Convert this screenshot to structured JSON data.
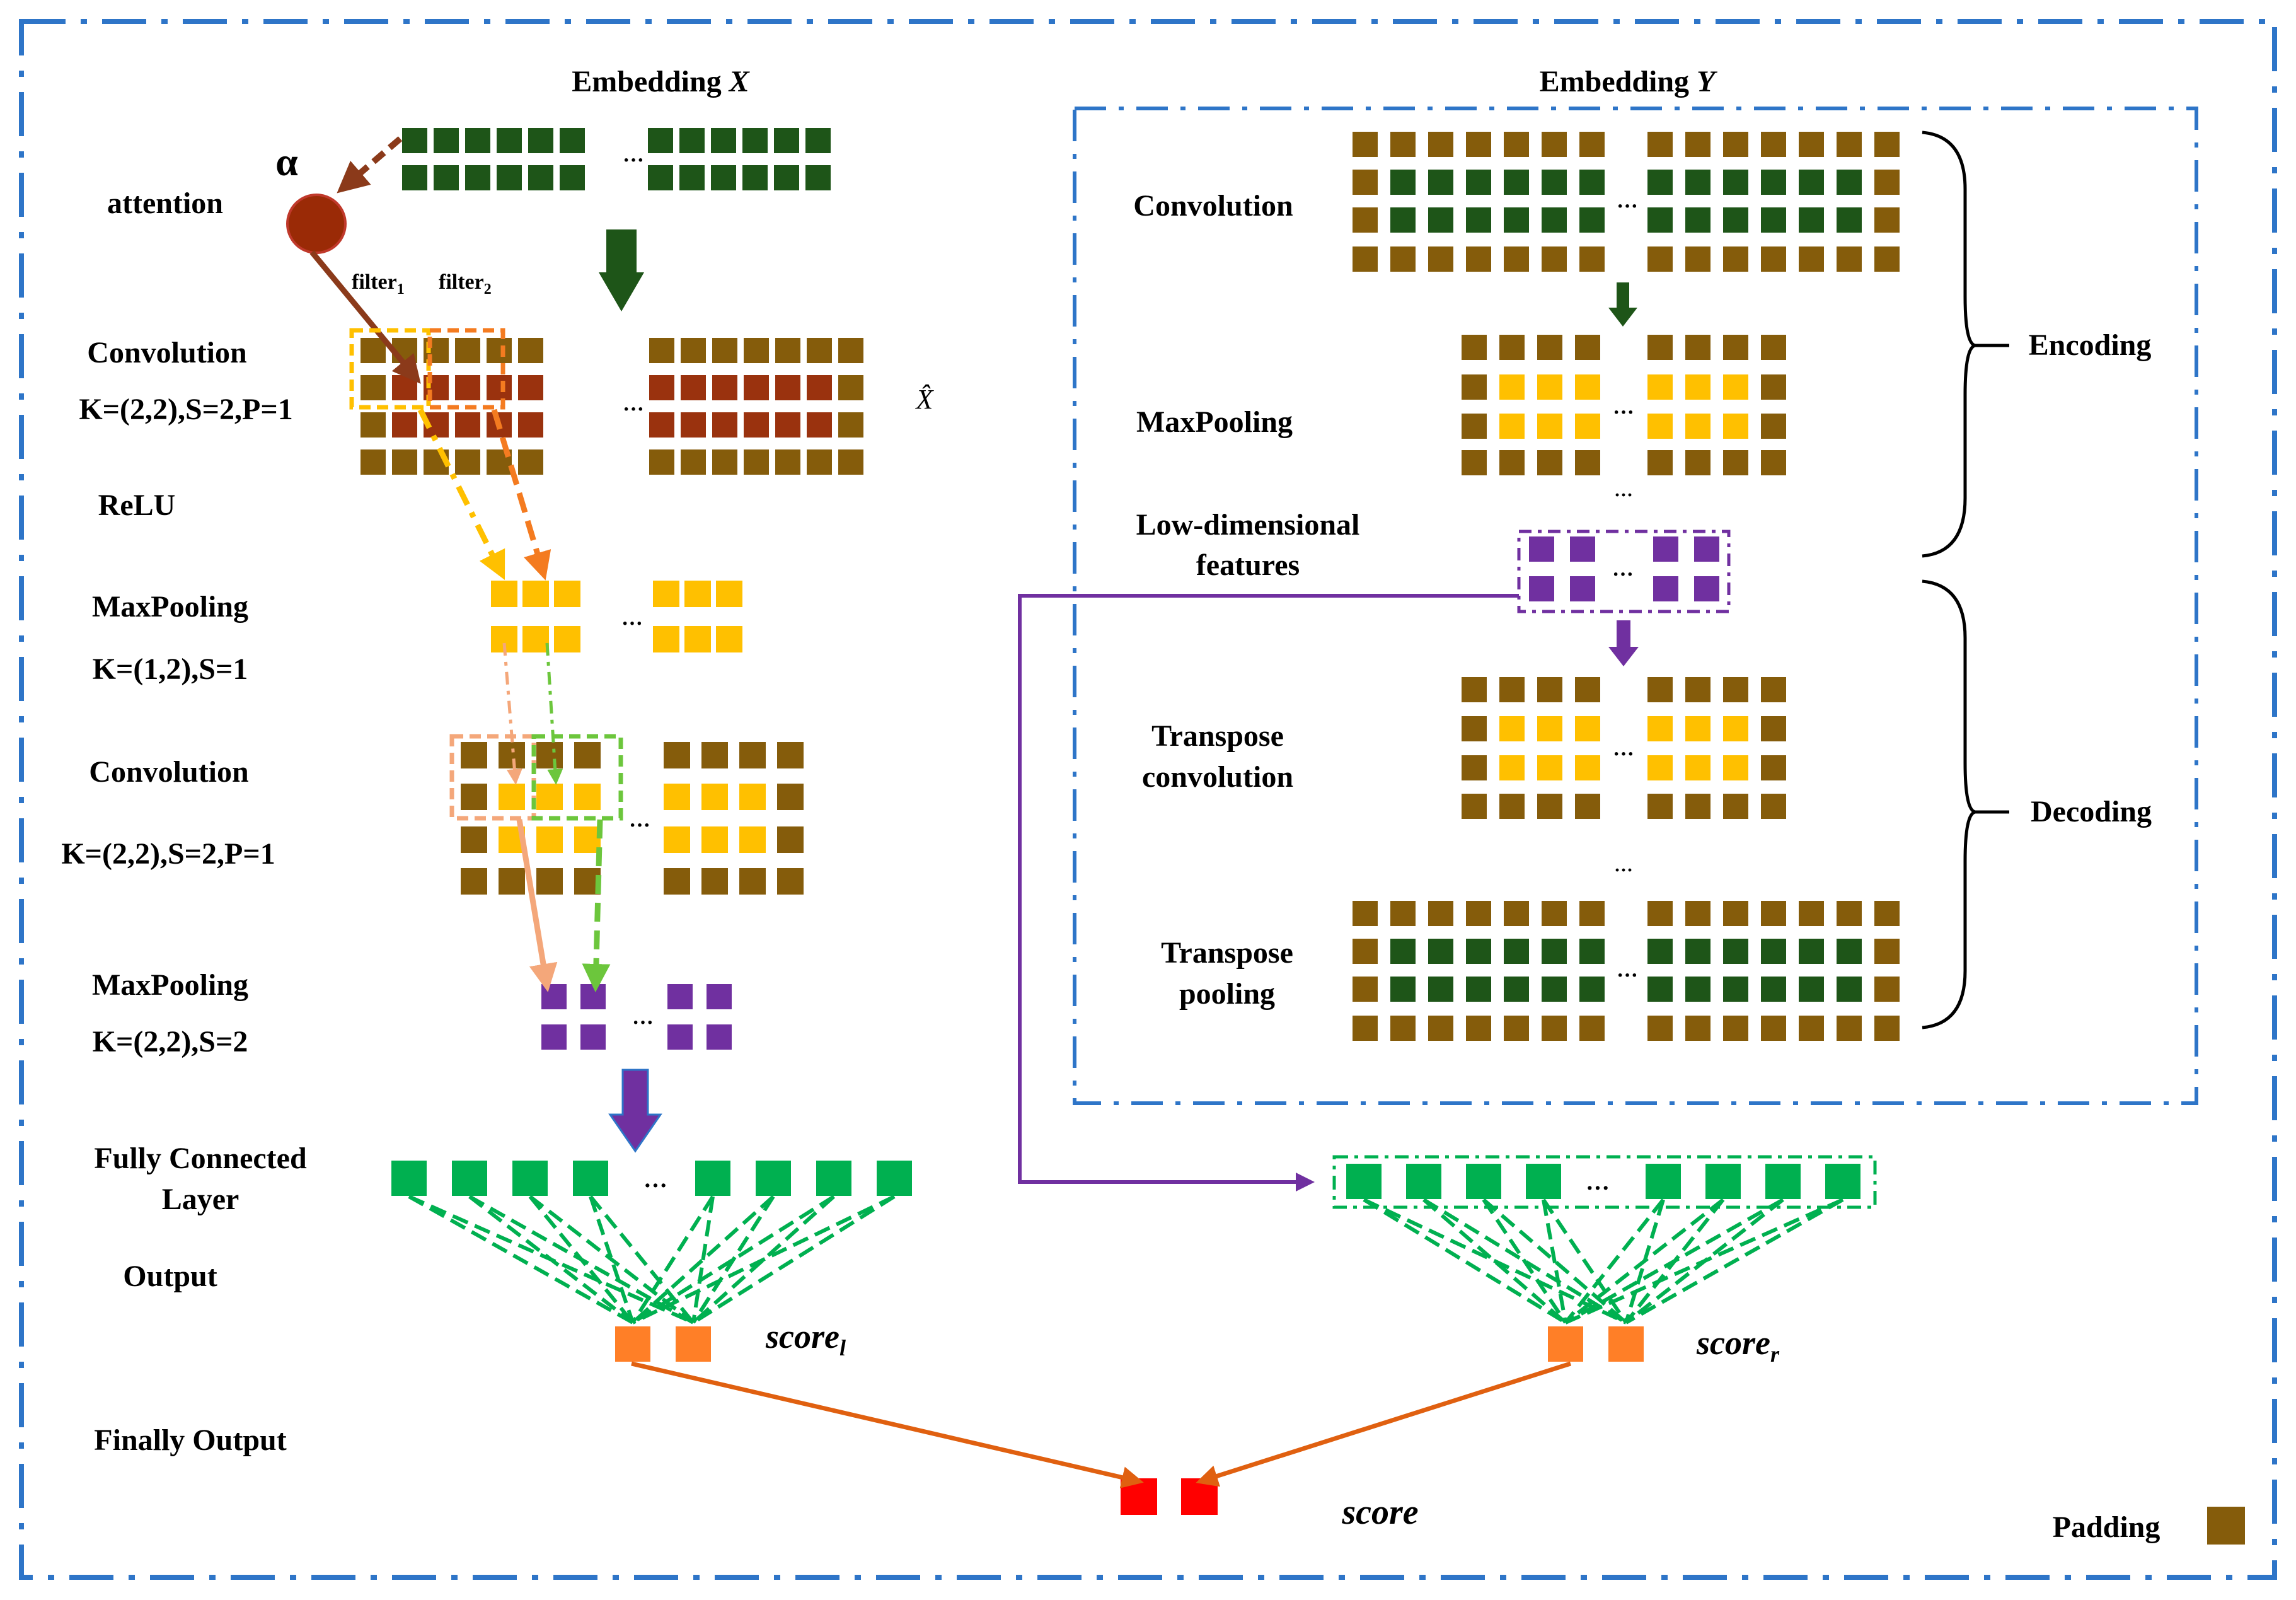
{
  "colors": {
    "padding": "#855C0B",
    "embed_dark_green": "#1E5518",
    "conv_red": "#9A320E",
    "pool_yellow": "#FFC000",
    "feature_purple": "#7030A0",
    "fc_green": "#00B050",
    "output_orange": "#FF7F27",
    "score_red": "#FF0000",
    "frame_blue": "#2E75C8",
    "arrow_brown": "#8B3A1A",
    "link_orange": "#E06010"
  },
  "icons": {
    "attention_node": "circle-node",
    "flow_arrow": "block-down-arrow",
    "ellipsis": "ellipsis-dots"
  },
  "left": {
    "embedding_label": "Embedding ",
    "embedding_var": "X",
    "alpha": "α",
    "attention": "attention",
    "filter1": "filter",
    "filter1_sub": "1",
    "filter2": "filter",
    "filter2_sub": "2",
    "conv1_title": "Convolution",
    "conv1_params": "K=(2,2),S=2,P=1",
    "xhat": "X̂",
    "relu": "ReLU",
    "pool1_title": "MaxPooling",
    "pool1_params": "K=(1,2),S=1",
    "conv2_title": "Convolution",
    "conv2_params": "K=(2,2),S=2,P=1",
    "pool2_title": "MaxPooling",
    "pool2_params": "K=(2,2),S=2",
    "fc_line1": "Fully Connected",
    "fc_line2": "Layer",
    "output": "Output",
    "score_base": "score",
    "score_sub": "l"
  },
  "right": {
    "embedding_label": "Embedding ",
    "embedding_var": "Y",
    "conv": "Convolution",
    "pool": "MaxPooling",
    "lowdim_line1": "Low-dimensional",
    "lowdim_line2": "features",
    "tconv_line1": "Transpose",
    "tconv_line2": "convolution",
    "tpool_line1": "Transpose",
    "tpool_line2": "pooling",
    "encoding": "Encoding",
    "decoding": "Decoding",
    "score_base": "score",
    "score_sub": "r"
  },
  "bottom": {
    "finally_output": "Finally Output",
    "score": "score",
    "padding_legend": "Padding"
  },
  "ellipsis_text": "···"
}
